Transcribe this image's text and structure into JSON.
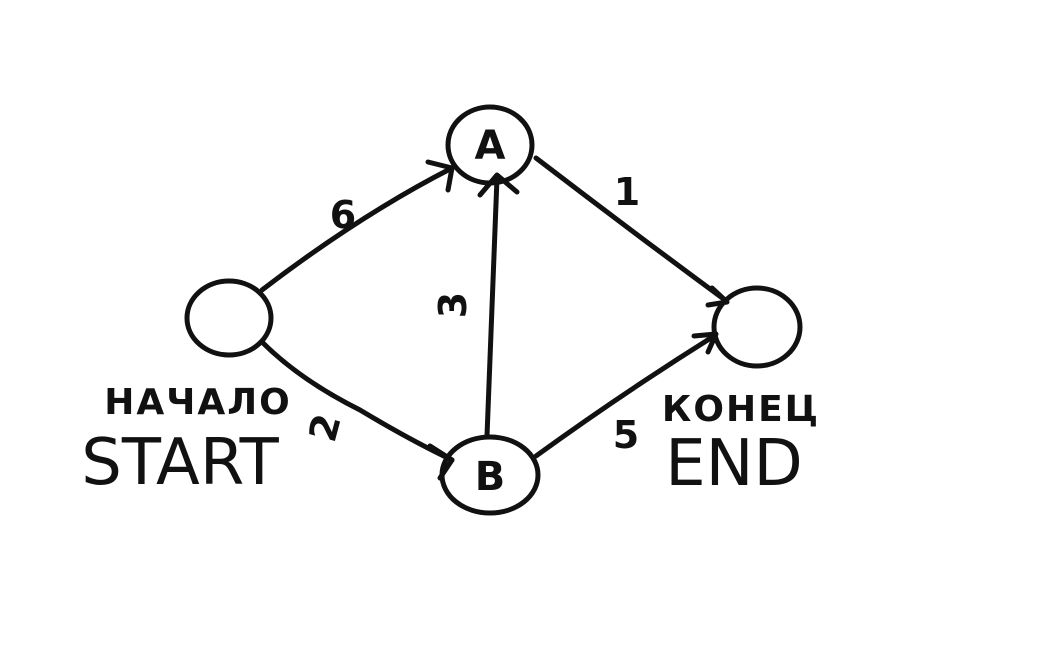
{
  "nodes": {
    "start": {
      "label": "",
      "caption_ru": "НАЧАЛО",
      "caption_en": "START"
    },
    "a": {
      "label": "A"
    },
    "b": {
      "label": "B"
    },
    "end": {
      "label": "",
      "caption_ru": "КОНЕЦ",
      "caption_en": "END"
    }
  },
  "edges": [
    {
      "from": "start",
      "to": "a",
      "weight": "6"
    },
    {
      "from": "start",
      "to": "b",
      "weight": "2"
    },
    {
      "from": "b",
      "to": "a",
      "weight": "3"
    },
    {
      "from": "a",
      "to": "end",
      "weight": "1"
    },
    {
      "from": "b",
      "to": "end",
      "weight": "5"
    }
  ],
  "colors": {
    "ink": "#111111",
    "background": "#ffffff"
  }
}
